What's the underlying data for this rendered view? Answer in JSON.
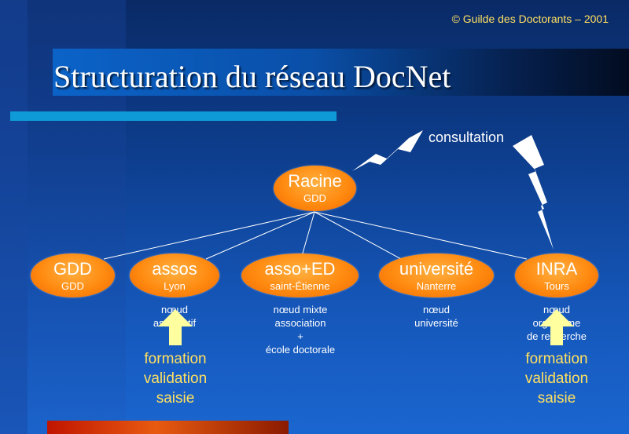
{
  "copyright": "© Guilde des Doctorants – 2001",
  "title": "Structuration du réseau DocNet",
  "consultation": "consultation",
  "root": {
    "label": "Racine",
    "sub": "GDD"
  },
  "nodes": [
    {
      "label": "GDD",
      "sub": "GDD"
    },
    {
      "label": "assos",
      "sub": "Lyon"
    },
    {
      "label": "asso+ED",
      "sub": "saint-Étienne"
    },
    {
      "label": "université",
      "sub": "Nanterre"
    },
    {
      "label": "INRA",
      "sub": "Tours"
    }
  ],
  "descriptions": {
    "assos": "nœud\nassociatif",
    "assoed": "nœud mixte\nassociation\n+\nécole doctorale",
    "universite": "nœud\nuniversité",
    "inra": "nœud\norganisme\nde recherche"
  },
  "actions": {
    "left": "formation\nvalidation\nsaisie",
    "right": "formation\nvalidation\nsaisie"
  },
  "colors": {
    "node": "#ff8a10",
    "arrow": "#ffffa0",
    "accent": "#0e9ad6",
    "copyright": "#ffe060"
  }
}
